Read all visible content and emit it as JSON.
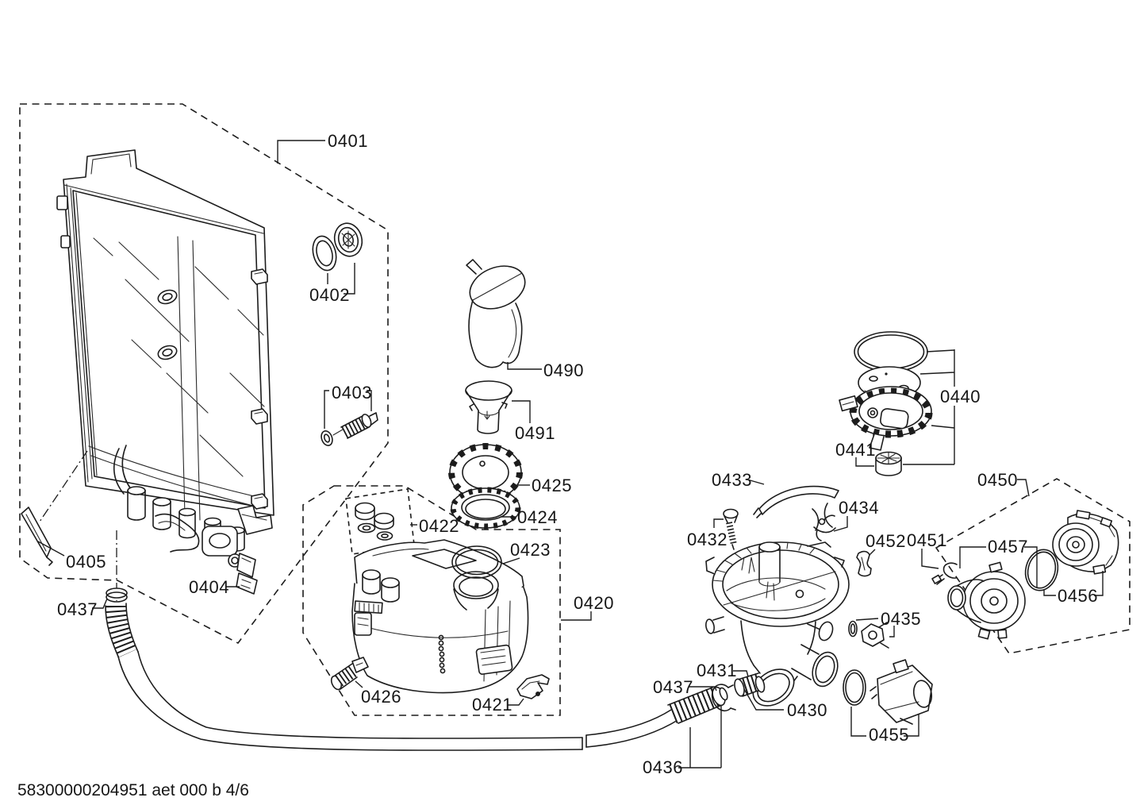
{
  "footer": {
    "doc_code": "58300000204951 aet 000 b 4/6"
  },
  "diagram": {
    "colors": {
      "line": "#1c1c1c",
      "background": "#ffffff",
      "text": "#161616"
    },
    "labels": [
      {
        "ref": "0401"
      },
      {
        "ref": "0402"
      },
      {
        "ref": "0403"
      },
      {
        "ref": "0404"
      },
      {
        "ref": "0405"
      },
      {
        "ref": "0437"
      },
      {
        "ref": "0420"
      },
      {
        "ref": "0421"
      },
      {
        "ref": "0422"
      },
      {
        "ref": "0423"
      },
      {
        "ref": "0424"
      },
      {
        "ref": "0425"
      },
      {
        "ref": "0426"
      },
      {
        "ref": "0490"
      },
      {
        "ref": "0491"
      },
      {
        "ref": "0430"
      },
      {
        "ref": "0431"
      },
      {
        "ref": "0432"
      },
      {
        "ref": "0433"
      },
      {
        "ref": "0434"
      },
      {
        "ref": "0435"
      },
      {
        "ref": "0436"
      },
      {
        "ref": "0437"
      },
      {
        "ref": "0440"
      },
      {
        "ref": "0441"
      },
      {
        "ref": "0450"
      },
      {
        "ref": "0451"
      },
      {
        "ref": "0452"
      },
      {
        "ref": "0455"
      },
      {
        "ref": "0456"
      },
      {
        "ref": "0457"
      }
    ]
  }
}
